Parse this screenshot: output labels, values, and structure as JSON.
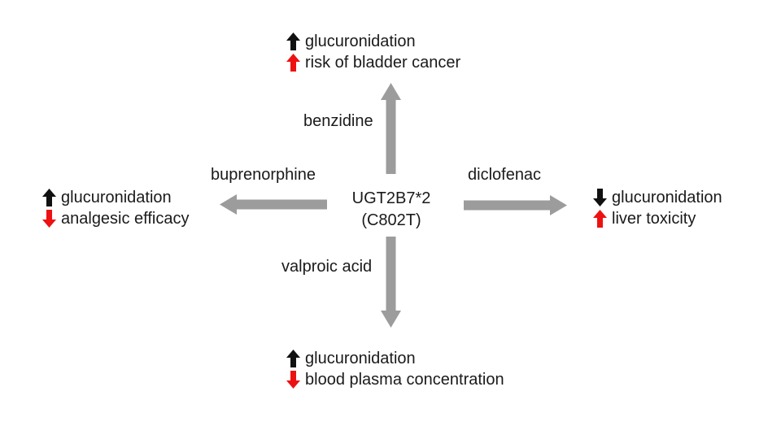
{
  "center": {
    "gene": "UGT2B7*2",
    "variant": "(C802T)"
  },
  "colors": {
    "connector_gray": "#9c9c9c",
    "effect_black": "#111111",
    "effect_red": "#ee1111",
    "text": "#1a1a1a",
    "background": "#ffffff"
  },
  "branches": {
    "top": {
      "drug": "benzidine",
      "connector": "gray-arrow-up",
      "effects": [
        {
          "icon": "bold-up-arrow",
          "color": "black",
          "text": "glucuronidation"
        },
        {
          "icon": "bold-up-arrow",
          "color": "red",
          "text": "risk of bladder cancer"
        }
      ]
    },
    "left": {
      "drug": "buprenorphine",
      "connector": "gray-arrow-left",
      "effects": [
        {
          "icon": "bold-up-arrow",
          "color": "black",
          "text": "glucuronidation"
        },
        {
          "icon": "bold-down-arrow",
          "color": "red",
          "text": "analgesic efficacy"
        }
      ]
    },
    "right": {
      "drug": "diclofenac",
      "connector": "gray-arrow-right",
      "effects": [
        {
          "icon": "bold-down-arrow",
          "color": "black",
          "text": "glucuronidation"
        },
        {
          "icon": "bold-up-arrow",
          "color": "red",
          "text": "liver toxicity"
        }
      ]
    },
    "bottom": {
      "drug": "valproic acid",
      "connector": "gray-arrow-down",
      "effects": [
        {
          "icon": "bold-up-arrow",
          "color": "black",
          "text": "glucuronidation"
        },
        {
          "icon": "bold-down-arrow",
          "color": "red",
          "text": "blood plasma concentration"
        }
      ]
    }
  }
}
